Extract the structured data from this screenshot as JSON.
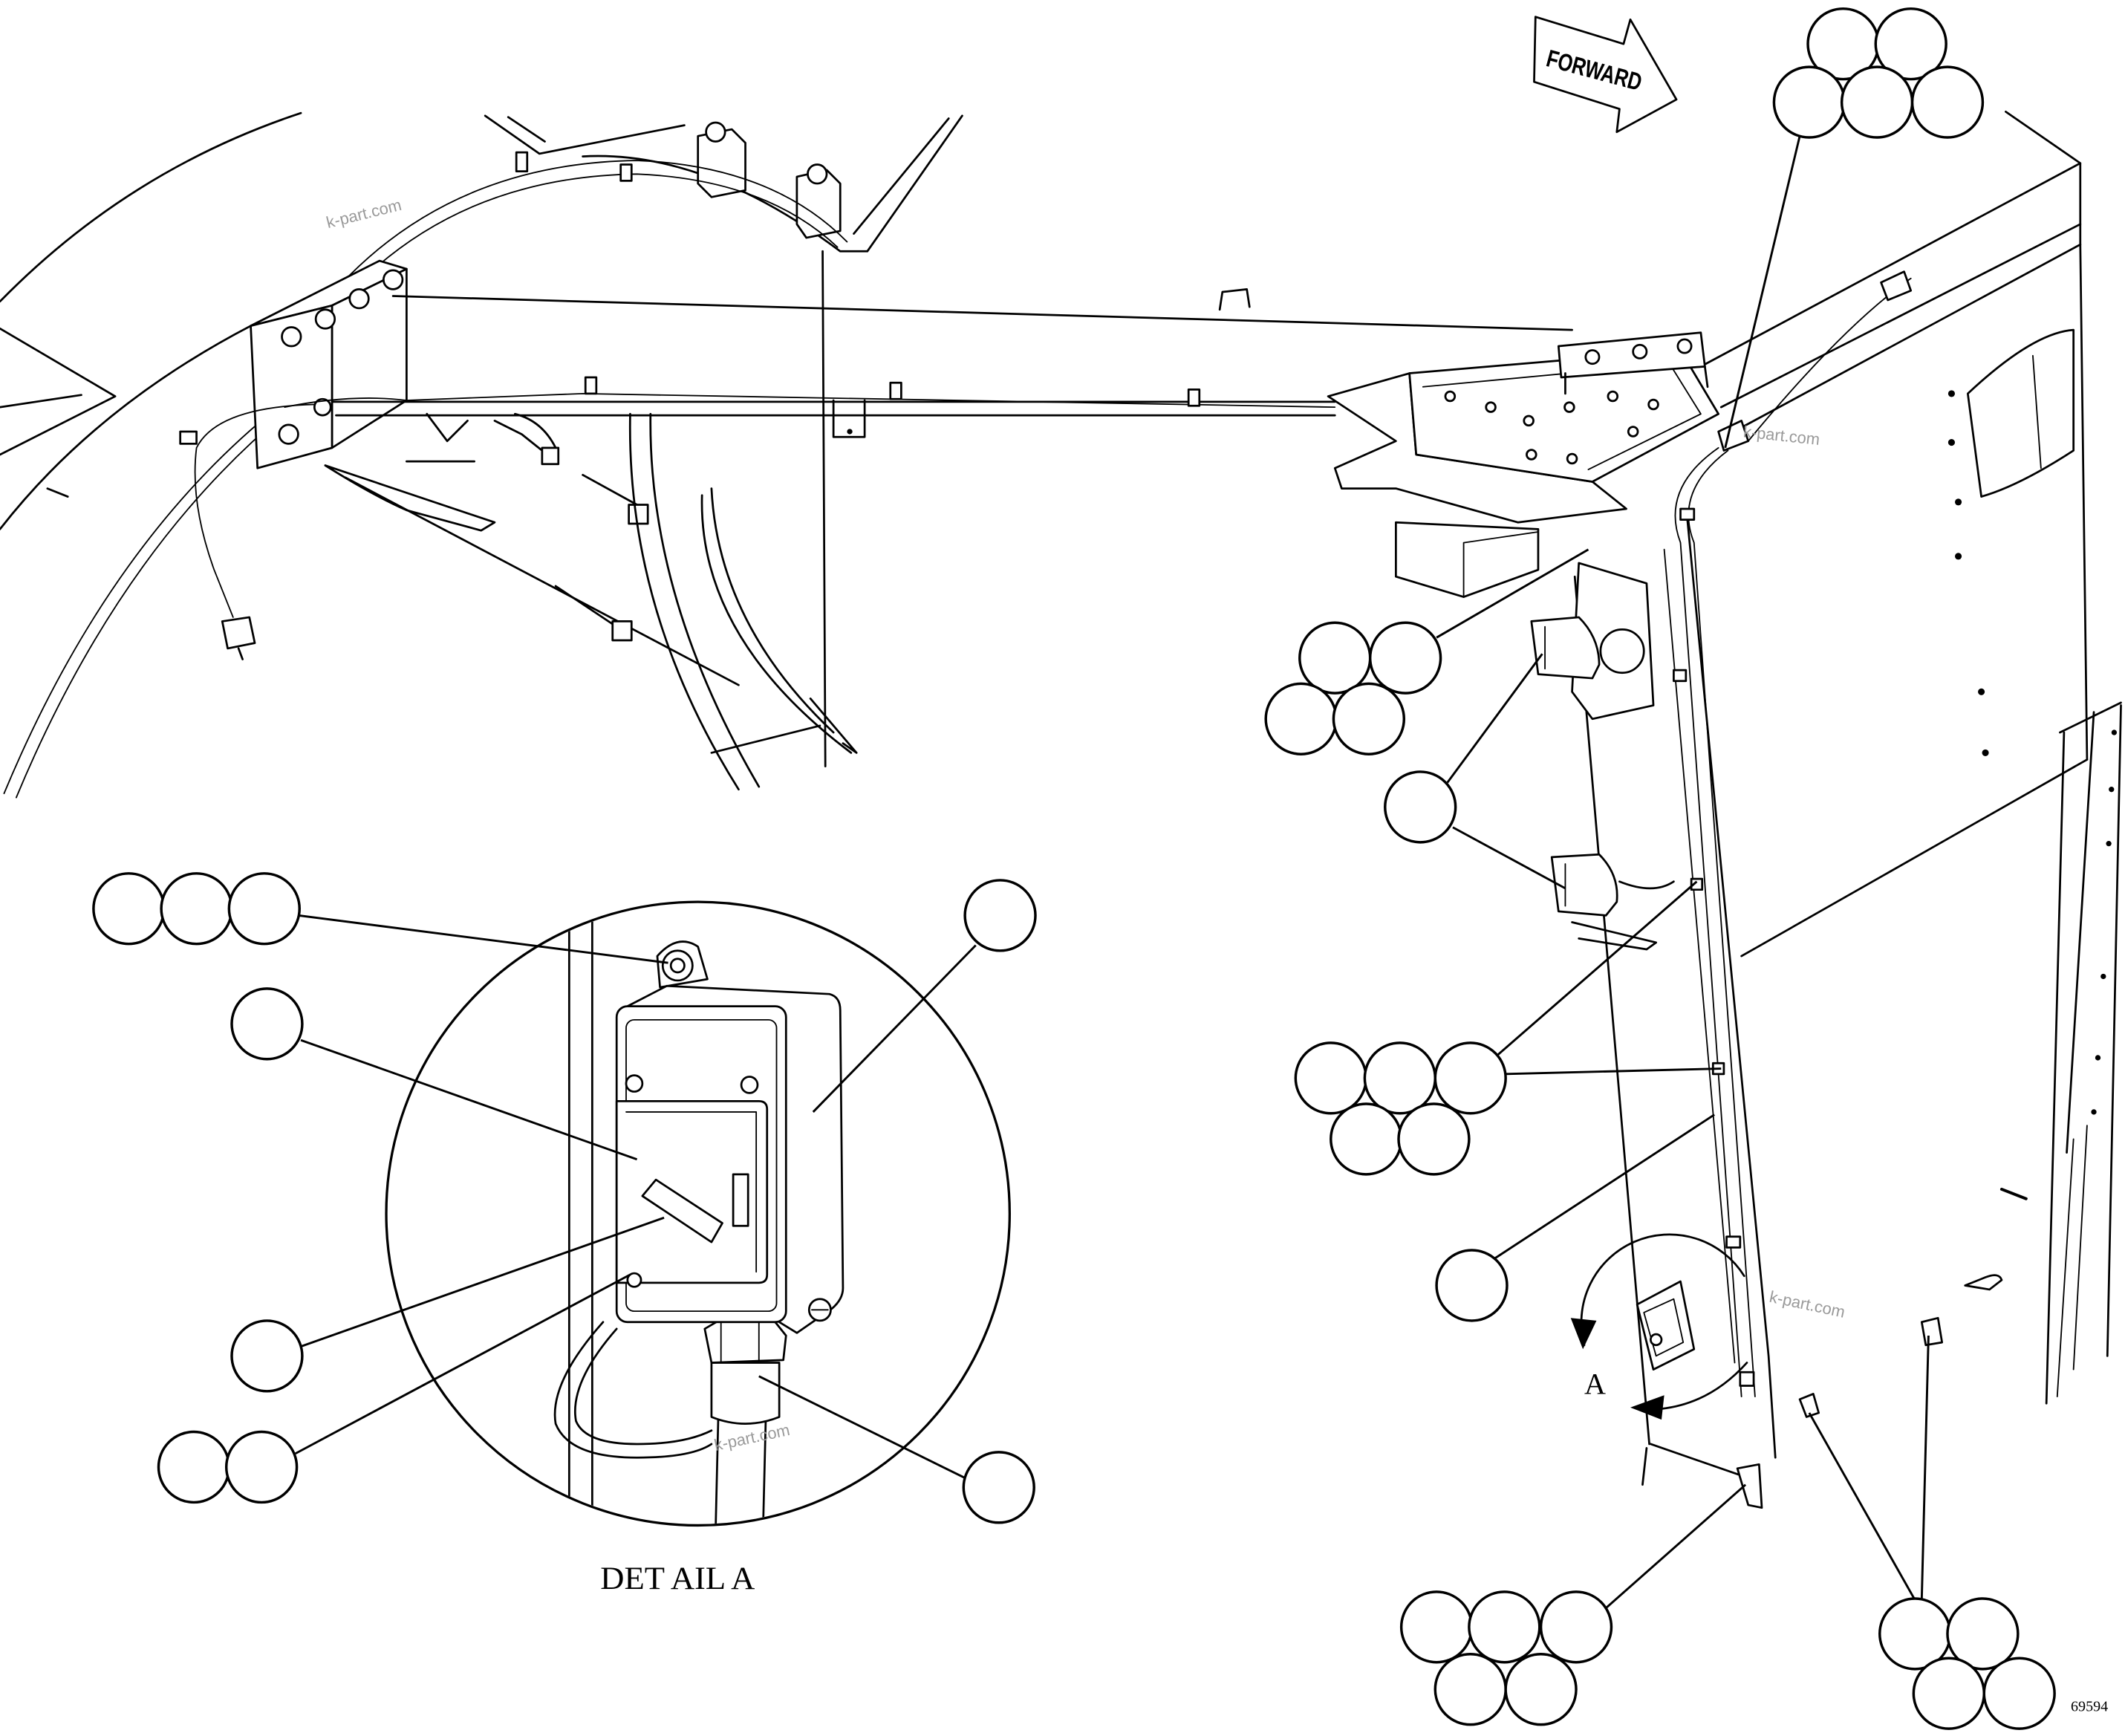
{
  "colors": {
    "ink": "#000000",
    "watermark": "#9a9a9a",
    "background": "#ffffff"
  },
  "labels": {
    "direction": "FORWARD",
    "detail_title": "DET AIL A",
    "detail_marker": "A",
    "figure_number": "69594"
  },
  "watermarks": [
    "k-part.com",
    "k-part.com",
    "k-part.com",
    "k-part.com"
  ]
}
